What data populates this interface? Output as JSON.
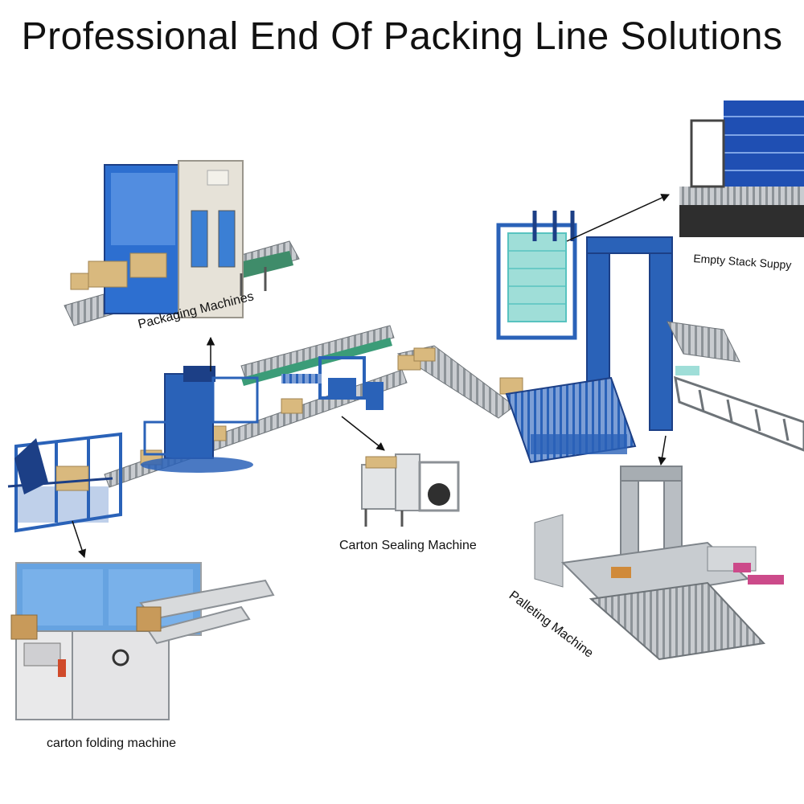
{
  "title": "Professional End Of Packing Line Solutions",
  "labels": {
    "packaging": "Packaging Machines",
    "empty_stack": "Empty Stack Suppy",
    "carton_sealing": "Carton Sealing Machine",
    "palleting": "Palleting Machine",
    "carton_folding": "carton folding machine"
  },
  "colors": {
    "machine_blue": "#2a62b8",
    "dark_blue": "#1c3f86",
    "carton": "#d9b97e",
    "steel": "#9aa0a6",
    "cabinet": "#e6e2d8",
    "teal": "#58c3c0"
  }
}
